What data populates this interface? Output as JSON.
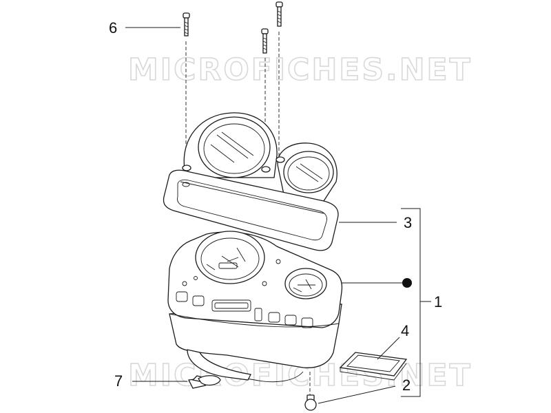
{
  "watermark": {
    "top": "MICROFICHES.NET",
    "bottom": "MICROFICHES.NET"
  },
  "callouts": [
    {
      "id": "c1",
      "label": "1"
    },
    {
      "id": "c2",
      "label": "2"
    },
    {
      "id": "c3",
      "label": "3"
    },
    {
      "id": "c4",
      "label": "4"
    },
    {
      "id": "c6",
      "label": "6"
    },
    {
      "id": "c7",
      "label": "7"
    }
  ],
  "parts": {
    "screws": "screw",
    "bezel": "instrument-cover",
    "cluster": "instrument-cluster",
    "plate": "rubber-pad",
    "bulb": "bulb",
    "clip": "clip"
  }
}
